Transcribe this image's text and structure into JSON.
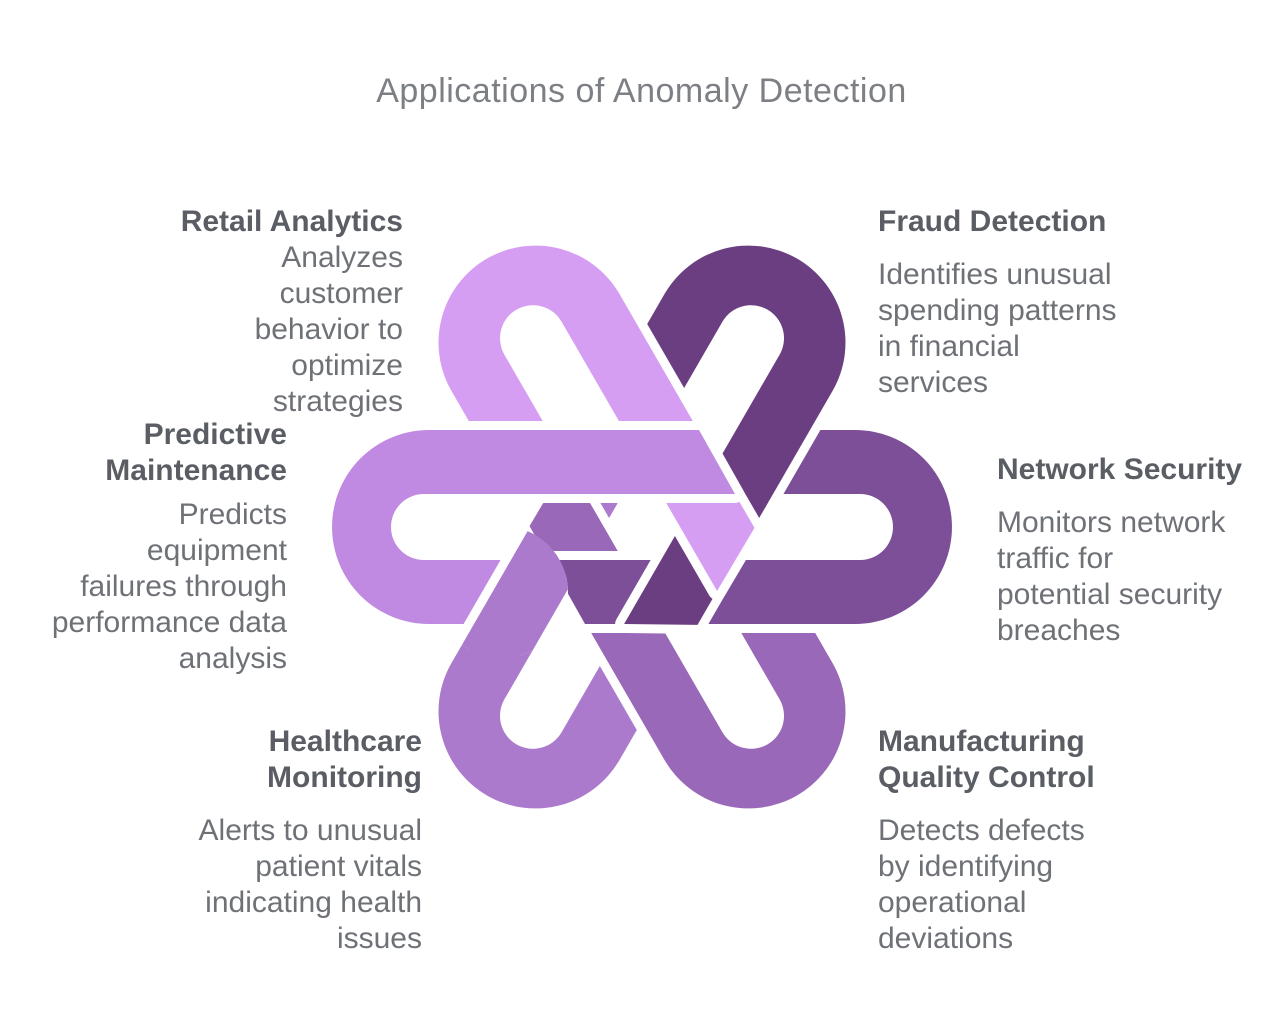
{
  "title": "Applications of Anomaly Detection",
  "sections": {
    "retail": {
      "title": "Retail Analytics",
      "description": "Analyzes\ncustomer\nbehavior to\noptimize\nstrategies"
    },
    "fraud": {
      "title": "Fraud Detection",
      "description": "Identifies unusual\nspending patterns\nin financial\nservices"
    },
    "predictive": {
      "title": "Predictive\nMaintenance",
      "description": "Predicts\nequipment\nfailures through\nperformance data\nanalysis"
    },
    "network": {
      "title": "Network Security",
      "description": "Monitors network\ntraffic for\npotential security\nbreaches"
    },
    "healthcare": {
      "title": "Healthcare\nMonitoring",
      "description": "Alerts to unusual\npatient vitals\nindicating health\nissues"
    },
    "manufacturing": {
      "title": "Manufacturing\nQuality Control",
      "description": "Detects defects\nby identifying\noperational\ndeviations"
    }
  },
  "knot": {
    "loops": {
      "retail": {
        "color": "#d69ef3"
      },
      "fraud": {
        "color": "#6a3e80"
      },
      "network": {
        "color": "#7d4f99"
      },
      "manufacturing": {
        "color": "#9a68b8"
      },
      "healthcare": {
        "color": "#ab7acc"
      },
      "predictive": {
        "color": "#c08ae2"
      }
    }
  }
}
